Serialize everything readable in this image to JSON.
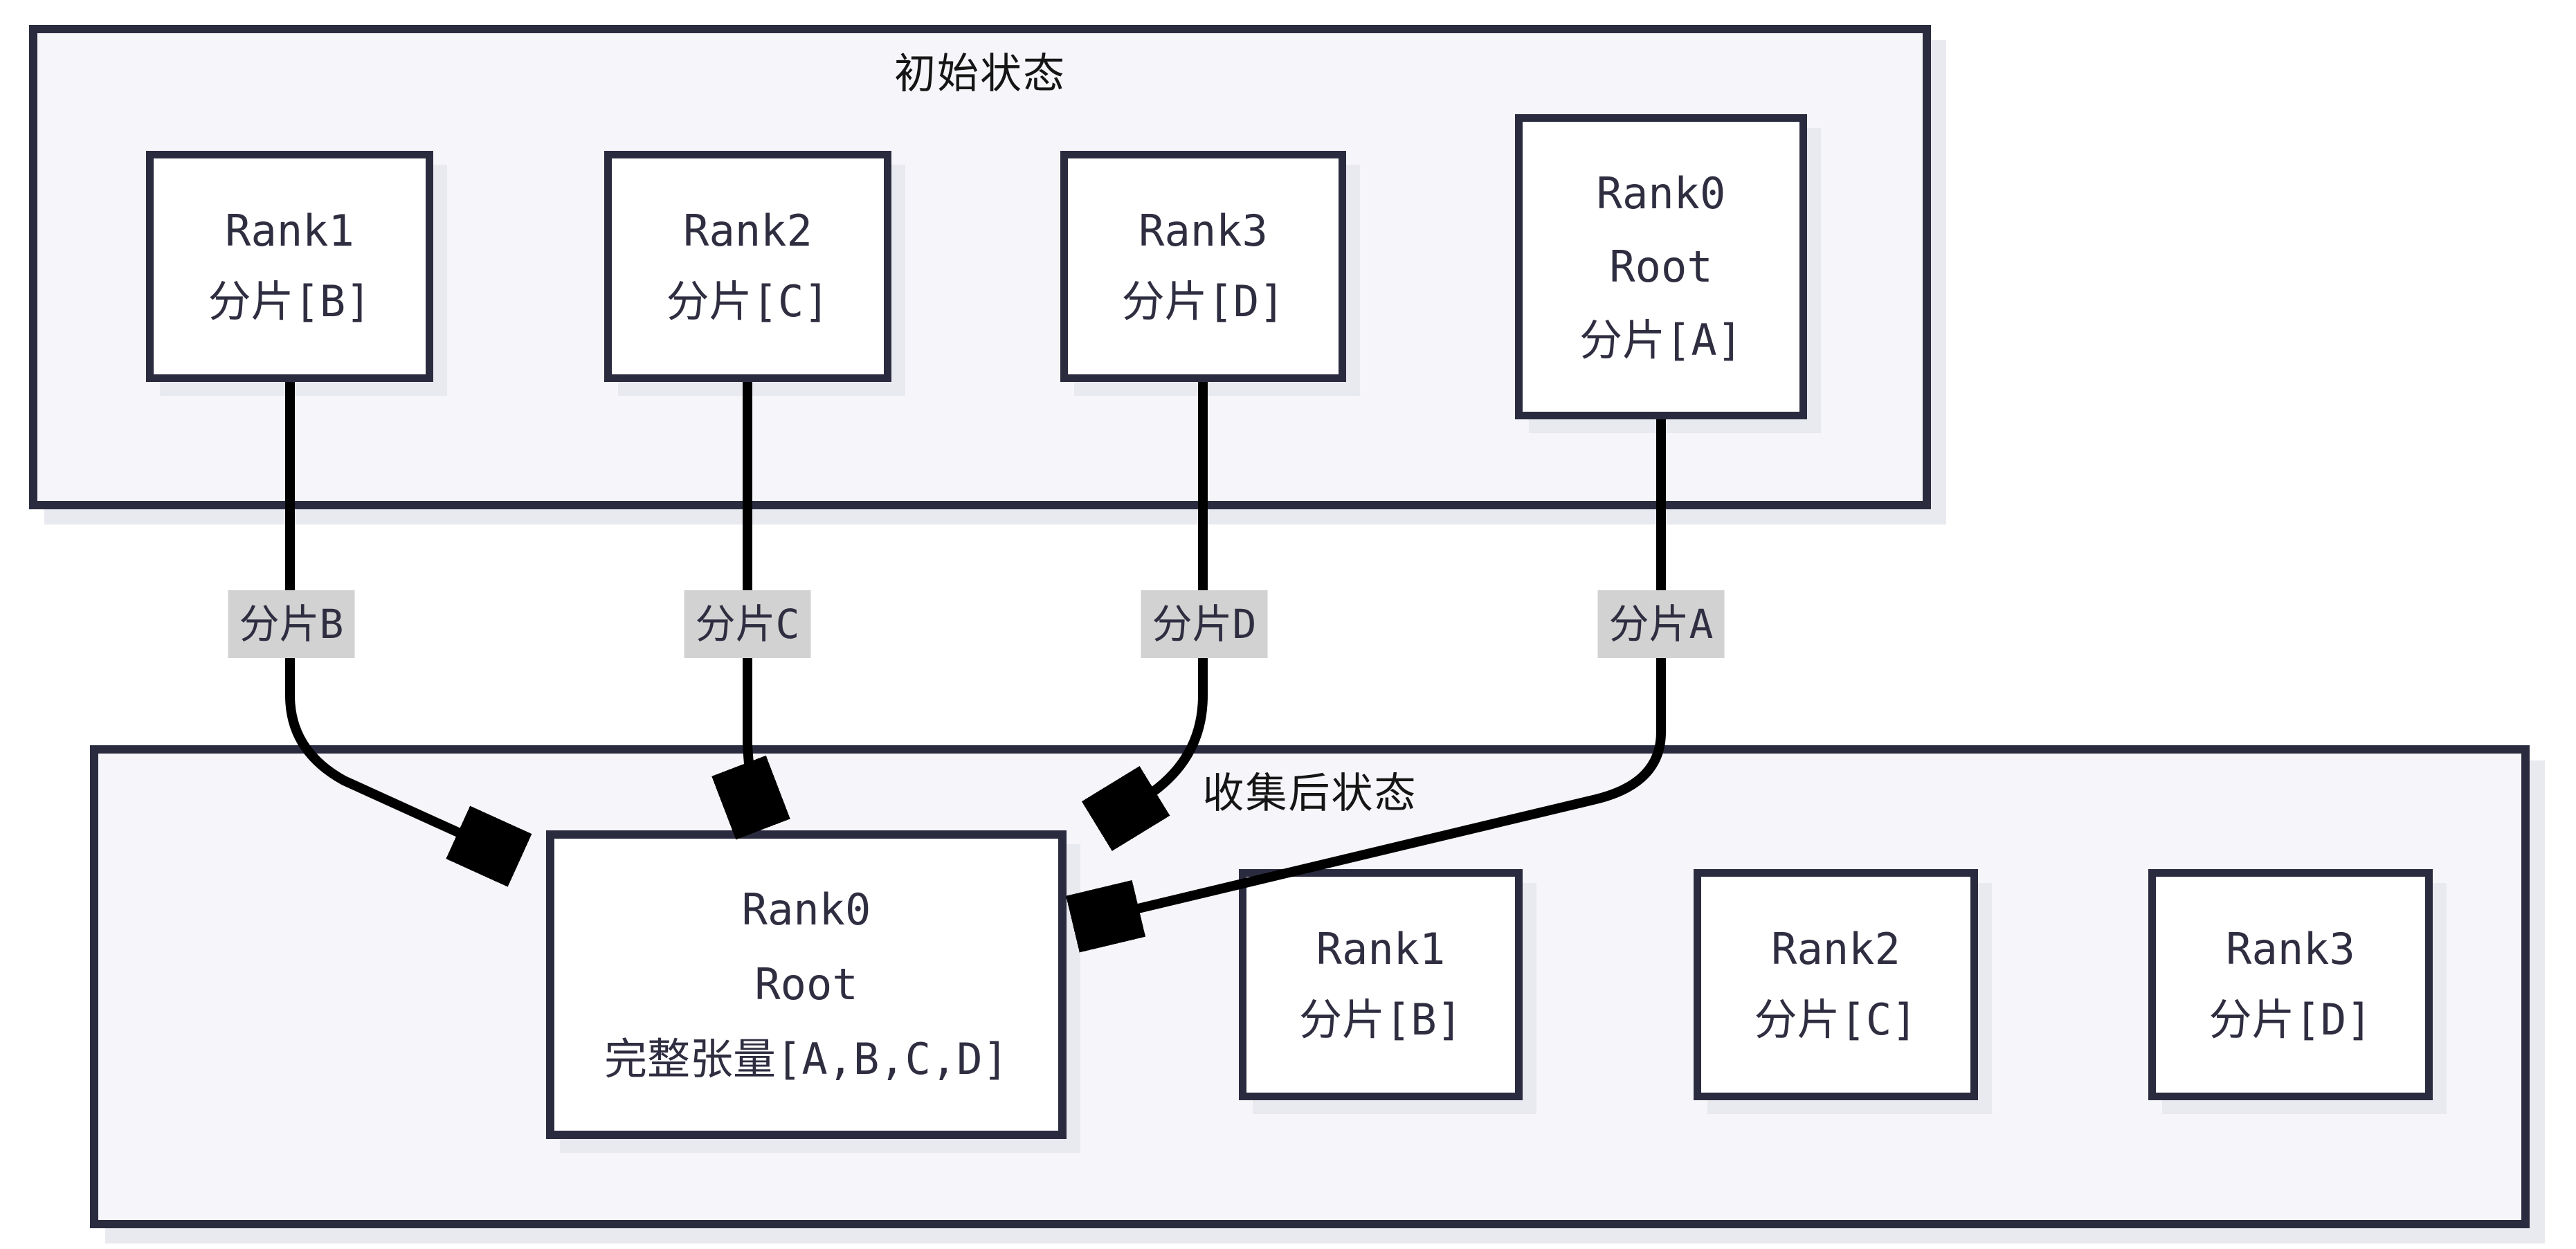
{
  "colors": {
    "border_ink": "#2b2b40",
    "node_text": "#2f2e41",
    "title_text": "#151515",
    "container_bg": "#f6f6fa",
    "node_bg": "#ffffff",
    "edge_label_bg": "#d2d2d2",
    "arrow": "#000000",
    "shadow": "#e9e9f0"
  },
  "diagram": {
    "top": {
      "title": "初始状态",
      "nodes": [
        {
          "lines": [
            "Rank1",
            "分片[B]"
          ]
        },
        {
          "lines": [
            "Rank2",
            "分片[C]"
          ]
        },
        {
          "lines": [
            "Rank3",
            "分片[D]"
          ]
        },
        {
          "lines": [
            "Rank0",
            "Root",
            "分片[A]"
          ]
        }
      ]
    },
    "bottom": {
      "title": "收集后状态",
      "nodes": [
        {
          "lines": [
            "Rank0",
            "Root",
            "完整张量[A,B,C,D]"
          ]
        },
        {
          "lines": [
            "Rank1",
            "分片[B]"
          ]
        },
        {
          "lines": [
            "Rank2",
            "分片[C]"
          ]
        },
        {
          "lines": [
            "Rank3",
            "分片[D]"
          ]
        }
      ]
    },
    "edge_labels": [
      {
        "text": "分片B"
      },
      {
        "text": "分片C"
      },
      {
        "text": "分片D"
      },
      {
        "text": "分片A"
      }
    ]
  }
}
